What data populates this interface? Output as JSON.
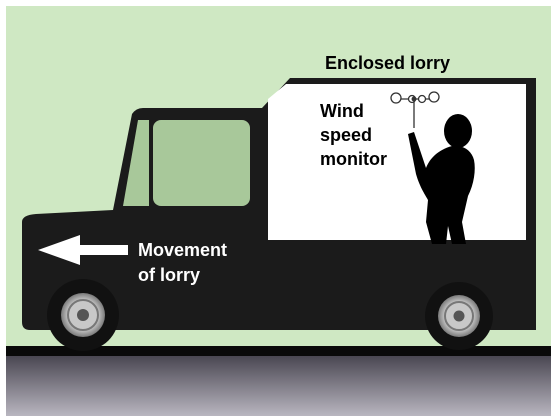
{
  "labels": {
    "title": "Enclosed lorry",
    "monitor_line1": "Wind",
    "monitor_line2": "speed",
    "monitor_line3": "monitor",
    "movement_line1": "Movement",
    "movement_line2": "of lorry"
  },
  "colors": {
    "sky": "#cfe8c3",
    "lorry_body": "#1b1b1b",
    "window": "#a8c89a",
    "cargo_panel": "#ffffff",
    "road_top": "#0a0a0a",
    "road_gradient_start": "#4a4752",
    "road_gradient_end": "#b9b6c0",
    "text": "#000000",
    "text_on_dark": "#ffffff"
  },
  "icons": {
    "arrow": "arrow-left-icon",
    "person": "person-silhouette-icon",
    "anemometer": "anemometer-icon",
    "wheel": "wheel-icon"
  }
}
